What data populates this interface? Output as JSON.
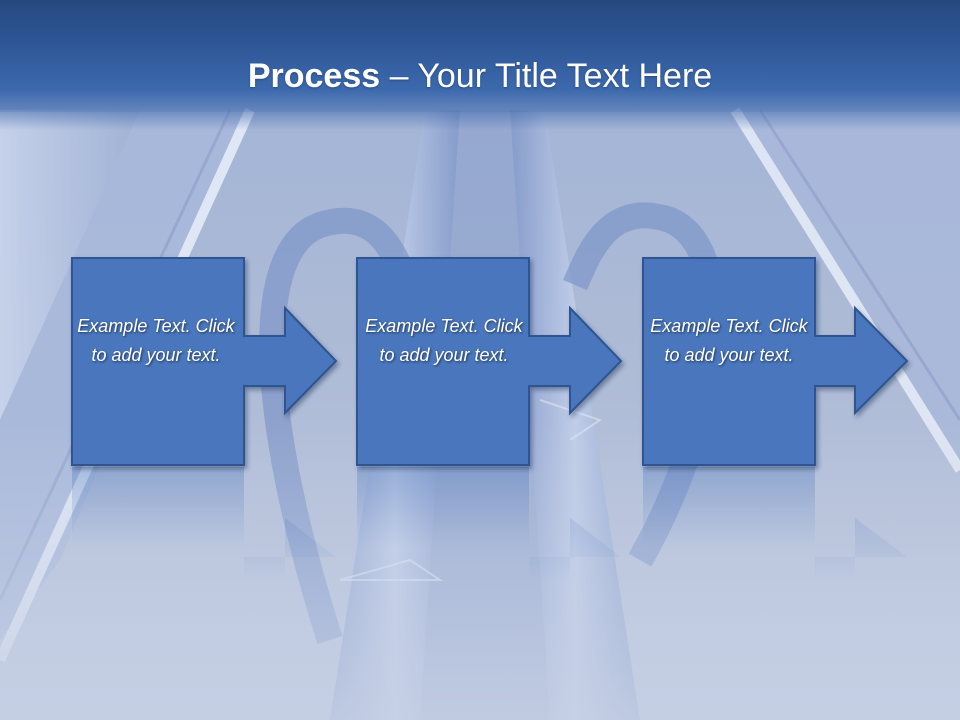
{
  "slide": {
    "title_bold": "Process",
    "title_rest": " – Your Title Text Here"
  },
  "steps": [
    {
      "text": "Example Text. Click  to add your text."
    },
    {
      "text": "Example Text. Click  to add your text."
    },
    {
      "text": "Example Text. Click  to add your text."
    }
  ],
  "colors": {
    "title_band": "#30599a",
    "box_fill": "#4a76bd",
    "box_border": "#2f5490",
    "text": "#ffffff"
  },
  "icons": [
    "right-arrow-icon"
  ]
}
